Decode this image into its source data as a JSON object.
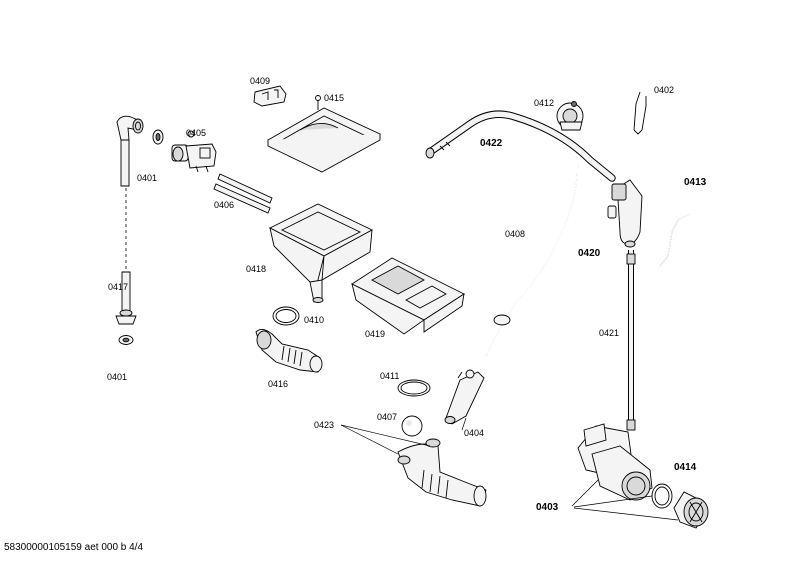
{
  "labels": {
    "p0401a": "0401",
    "p0401b": "0401",
    "p0402": "0402",
    "p0403": "0403",
    "p0404": "0404",
    "p0405": "0405",
    "p0406": "0406",
    "p0407": "0407",
    "p0408": "0408",
    "p0409": "0409",
    "p0410": "0410",
    "p0411": "0411",
    "p0412": "0412",
    "p0413": "0413",
    "p0414": "0414",
    "p0415": "0415",
    "p0416": "0416",
    "p0417": "0417",
    "p0418": "0418",
    "p0419": "0419",
    "p0420": "0420",
    "p0421": "0421",
    "p0422": "0422",
    "p0423": "0423"
  },
  "footer": "58300000105159 aet 000 b 4/4"
}
